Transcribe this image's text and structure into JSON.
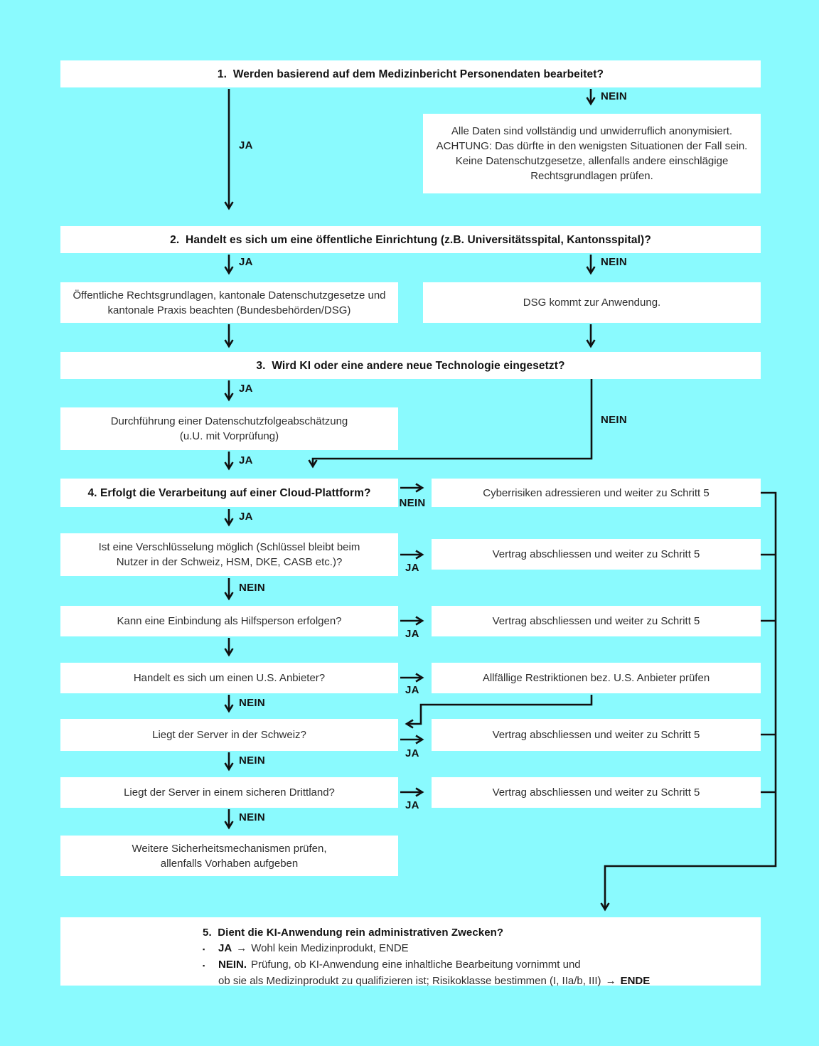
{
  "colors": {
    "background": "#8AFAFE",
    "box": "#FFFFFF",
    "line": "#101010",
    "text": "#2E2E2E",
    "text_bold": "#121212"
  },
  "labels": {
    "ja": "JA",
    "nein": "NEIN"
  },
  "flow": {
    "q1": "1.  Werden basierend auf dem Medizinbericht Personendaten bearbeitet?",
    "anon": {
      "l1": "Alle Daten sind vollständig und unwiderruflich anonymisiert.",
      "l2": "ACHTUNG: Das dürfte in den wenigsten Situationen der Fall sein.",
      "l3": "Keine Datenschutzgesetze, allenfalls andere einschlägige",
      "l4": "Rechtsgrundlagen prüfen."
    },
    "q2": "2.  Handelt es sich um eine öffentliche Einrichtung (z.B. Universitätsspital, Kantonsspital)?",
    "oeffentlich": {
      "l1": "Öffentliche Rechtsgrundlagen, kantonale Datenschutzgesetze und",
      "l2": "kantonale Praxis beachten (Bundesbehörden/DSG)"
    },
    "dsg": "DSG kommt zur Anwendung.",
    "q3": "3.  Wird KI oder eine andere neue Technologie eingesetzt?",
    "dsfa": {
      "l1": "Durchführung einer Datenschutzfolgeabschätzung",
      "l2": "(u.U. mit Vorprüfung)"
    },
    "q4": "4. Erfolgt die Verarbeitung auf einer Cloud-Plattform?",
    "cyber": "Cyberrisiken adressieren und weiter zu Schritt 5",
    "verschluesselung": {
      "l1": "Ist eine Verschlüsselung möglich (Schlüssel bleibt beim",
      "l2": "Nutzer in der Schweiz, HSM, DKE, CASB etc.)?"
    },
    "vertrag1": "Vertrag abschliessen und weiter zu Schritt 5",
    "hilfsperson": "Kann eine Einbindung als Hilfsperson erfolgen?",
    "vertrag2": "Vertrag abschliessen und weiter zu Schritt 5",
    "us_anbieter": "Handelt es sich um einen U.S. Anbieter?",
    "restriktionen": "Allfällige Restriktionen bez. U.S. Anbieter prüfen",
    "server_schweiz": "Liegt der Server in der Schweiz?",
    "vertrag3": "Vertrag abschliessen und weiter zu Schritt 5",
    "server_drittland": "Liegt der Server in einem sicheren Drittland?",
    "vertrag4": "Vertrag abschliessen und weiter zu Schritt 5",
    "weitere": {
      "l1": "Weitere Sicherheitsmechanismen prüfen,",
      "l2": "allenfalls Vorhaben aufgeben"
    },
    "q5": {
      "title": "5.  Dient die KI-Anwendung rein administrativen Zwecken?",
      "bullet": "▪",
      "item1_bold": "JA",
      "item1_arrow": "→",
      "item1_text": "Wohl kein Medizinprodukt, ENDE",
      "item2_bold": "NEIN.",
      "item2_text": "Prüfung, ob KI-Anwendung eine inhaltliche Bearbeitung vornimmt und",
      "item3_text": "ob sie als Medizinprodukt zu qualifizieren ist; Risikoklasse bestimmen (I, IIa/b, III)",
      "item3_arrow": "→",
      "item3_bold": "ENDE"
    }
  }
}
